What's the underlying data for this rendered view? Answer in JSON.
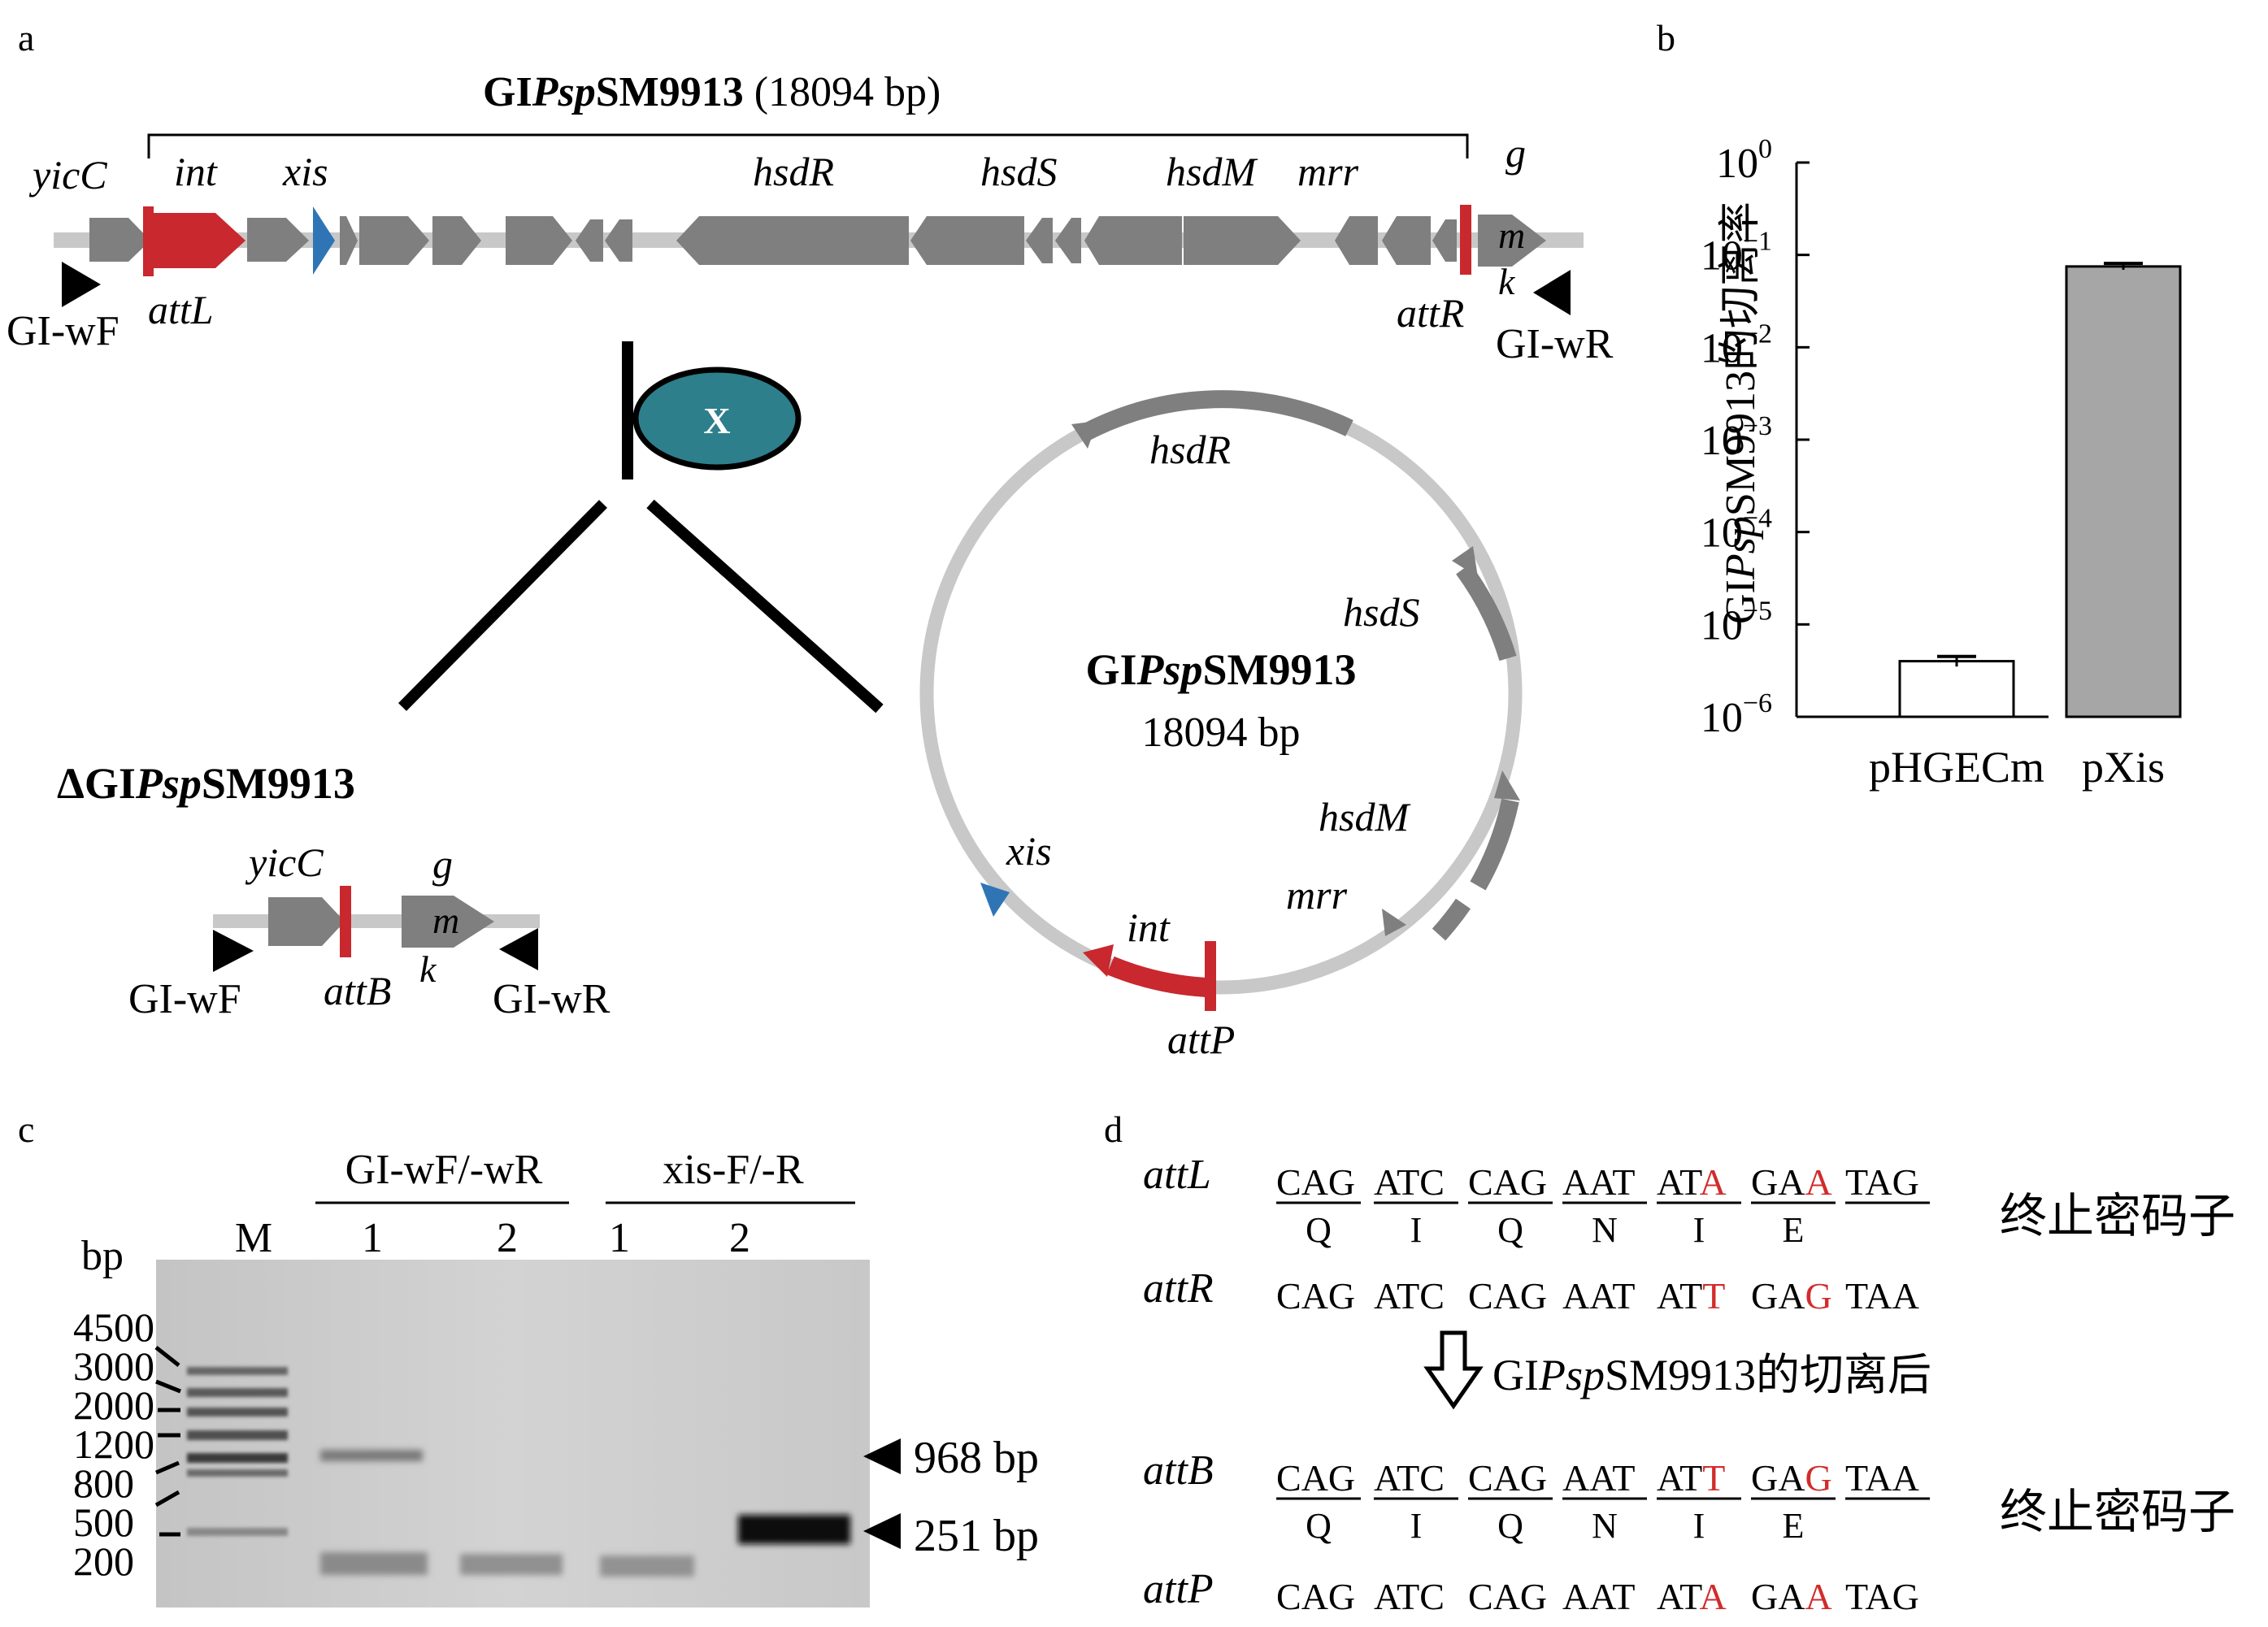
{
  "panels": {
    "a": "a",
    "b": "b",
    "c": "c",
    "d": "d"
  },
  "a": {
    "title_prefix": "GI",
    "title_italic": "Psp",
    "title_suffix": "SM9913",
    "title_size": " (18094 bp)",
    "genes": {
      "yicC": "yicC",
      "int": "int",
      "xis": "xis",
      "hsdR": "hsdR",
      "hsdS": "hsdS",
      "hsdM": "hsdM",
      "mrr": "mrr",
      "gmk_g": "g",
      "gmk_m": "m",
      "gmk_k": "k"
    },
    "sites": {
      "attL": "attL",
      "attR": "attR",
      "attB": "attB",
      "attP": "attP"
    },
    "primers": {
      "fwd": "GI-wF",
      "rev": "GI-wR"
    },
    "xis_symbol": "X",
    "deleted_prefix": "ΔGI",
    "deleted_italic": "Psp",
    "deleted_suffix": "SM9913",
    "circle_prefix": "GI",
    "circle_italic": "Psp",
    "circle_suffix": "SM9913",
    "circle_size": "18094 bp"
  },
  "b": {
    "ylabel_prefix": "GI",
    "ylabel_italic": "Psp",
    "ylabel_suffix": "SM9913的切离率"
  },
  "chart_data": {
    "type": "bar",
    "categories": [
      "pHGECm",
      "pXis"
    ],
    "values": [
      4e-06,
      0.075
    ],
    "errors": [
      5e-07,
      0.006
    ],
    "ylog": true,
    "ylim": [
      1e-06,
      1
    ],
    "yticks": [
      {
        "base": "10",
        "exp": "0"
      },
      {
        "base": "10",
        "exp": "−1"
      },
      {
        "base": "10",
        "exp": "−2"
      },
      {
        "base": "10",
        "exp": "−3"
      },
      {
        "base": "10",
        "exp": "−4"
      },
      {
        "base": "10",
        "exp": "−5"
      },
      {
        "base": "10",
        "exp": "−6"
      }
    ],
    "colors": [
      "#ffffff",
      "#a6a6a6"
    ]
  },
  "c": {
    "unit": "bp",
    "ladder": [
      "4500",
      "3000",
      "2000",
      "1200",
      "800",
      "500",
      "200"
    ],
    "groups": [
      "GI-wF/-wR",
      "xis-F/-R"
    ],
    "lanes": [
      "M",
      "1",
      "2",
      "1",
      "2"
    ],
    "bands": [
      "968 bp",
      "251 bp"
    ]
  },
  "d": {
    "rows": [
      {
        "label": "attL",
        "codons": [
          "CAG",
          "ATC",
          "CAG",
          "AAT",
          "ATA",
          "GAA",
          "TAG"
        ],
        "red": [
          [],
          [],
          [],
          [],
          [
            2
          ],
          [
            2
          ],
          []
        ],
        "aa": [
          "Q",
          "I",
          "Q",
          "N",
          "I",
          "E"
        ],
        "note": "终止密码子"
      },
      {
        "label": "attR",
        "codons": [
          "CAG",
          "ATC",
          "CAG",
          "AAT",
          "ATT",
          "GAG",
          "TAA"
        ],
        "red": [
          [],
          [],
          [],
          [],
          [
            2
          ],
          [
            2
          ],
          []
        ]
      },
      {
        "label": "attB",
        "codons": [
          "CAG",
          "ATC",
          "CAG",
          "AAT",
          "ATT",
          "GAG",
          "TAA"
        ],
        "red": [
          [],
          [],
          [],
          [],
          [
            2
          ],
          [
            2
          ],
          []
        ],
        "aa": [
          "Q",
          "I",
          "Q",
          "N",
          "I",
          "E"
        ],
        "note": "终止密码子"
      },
      {
        "label": "attP",
        "codons": [
          "CAG",
          "ATC",
          "CAG",
          "AAT",
          "ATA",
          "GAA",
          "TAG"
        ],
        "red": [
          [],
          [],
          [],
          [],
          [
            2
          ],
          [
            2
          ],
          []
        ]
      }
    ],
    "arrow_prefix": "GI",
    "arrow_italic": "Psp",
    "arrow_suffix": "SM9913的切离后"
  }
}
